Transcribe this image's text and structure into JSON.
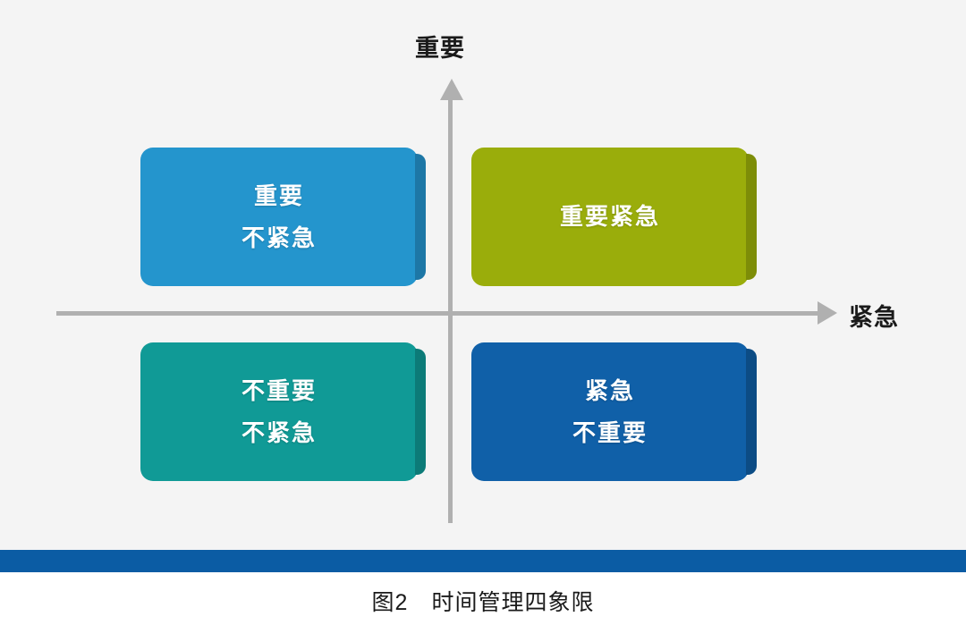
{
  "figure": {
    "background_color": "#f4f4f4",
    "page_background_color": "#ffffff",
    "caption": "图2　时间管理四象限"
  },
  "axes": {
    "vertical": {
      "label": "重要",
      "arrow_direction": "up",
      "color": "#b0b0b0"
    },
    "horizontal": {
      "label": "紧急",
      "arrow_direction": "right",
      "color": "#b0b0b0"
    }
  },
  "quadrants": [
    {
      "id": "important-not-urgent",
      "position": "top-left",
      "lines": [
        "重要",
        "不紧急"
      ],
      "color": "#2495cd",
      "side_color": "#1d77a6"
    },
    {
      "id": "important-urgent",
      "position": "top-right",
      "lines": [
        "重要紧急"
      ],
      "color": "#9aad0b",
      "side_color": "#7d8d08"
    },
    {
      "id": "not-important-not-urgent",
      "position": "bottom-left",
      "lines": [
        "不重要",
        "不紧急"
      ],
      "color": "#109a96",
      "side_color": "#0c7b78"
    },
    {
      "id": "urgent-not-important",
      "position": "bottom-right",
      "lines": [
        "紧急",
        "不重要"
      ],
      "color": "#1060a8",
      "side_color": "#0c4c85"
    }
  ],
  "band": {
    "color": "#0b5ca4"
  }
}
